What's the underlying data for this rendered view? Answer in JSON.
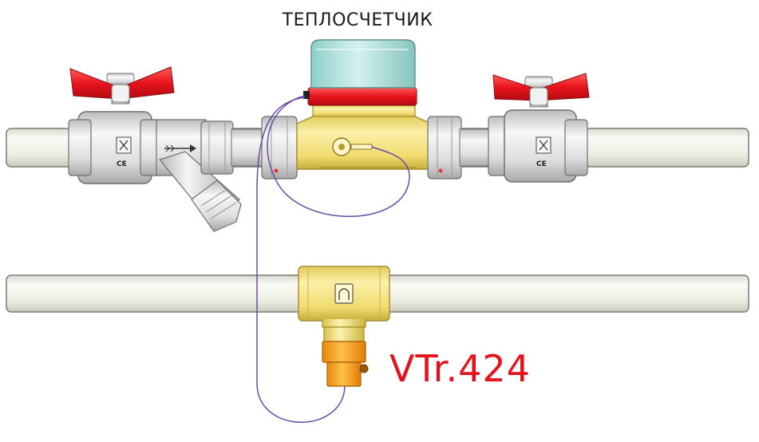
{
  "labels": {
    "heat_meter": "ТЕПЛОСЧЕТЧИК",
    "model": "VTr.424",
    "ce": "CE"
  },
  "colors": {
    "pipe_fill": "#eeeee4",
    "pipe_stroke": "#6f6f68",
    "brass": "#f4e37c",
    "brass_dark": "#c9b240",
    "chrome": "#dcdcdc",
    "chrome_dark": "#8a8a8a",
    "handle_red": "#e8141c",
    "meter_cap": "#a9dcd8",
    "meter_ring": "#e8323c",
    "sensor_orange": "#f6a21c",
    "cable": "#6a4aa8",
    "model_text": "#e5121d"
  },
  "icons": {
    "flow_arrow": "flow-direction-arrow-icon",
    "valve_logo": "valve-logo-icon"
  }
}
